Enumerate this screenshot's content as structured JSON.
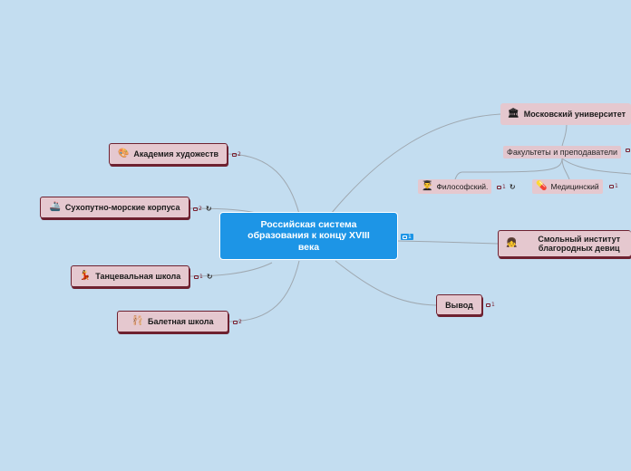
{
  "central": {
    "title": "Российская система образования к концу XVIII века",
    "badge": "1"
  },
  "left_nodes": [
    {
      "label": "Академия художеств",
      "badge": "2"
    },
    {
      "label": "Сухопутно-морские корпуса",
      "badge": "2"
    },
    {
      "label": "Танцевальная школа",
      "badge": "1"
    },
    {
      "label": "Балетная школа",
      "badge": "2"
    }
  ],
  "right_nodes": {
    "university": {
      "label": "Московский университет"
    },
    "faculties": {
      "label": "Факультеты и преподаватели"
    },
    "philosophy": {
      "label": "Философский.",
      "badge": "1"
    },
    "medical": {
      "label": "Медицинский",
      "badge": "1"
    },
    "smolny": {
      "label": "Смольный институт благородных девиц"
    },
    "conclusion": {
      "label": "Вывод",
      "badge": "1"
    }
  },
  "colors": {
    "background": "#c3ddf0",
    "central": "#1d95e6",
    "node_fill": "#e5c8cf",
    "node_border": "#6e2130"
  },
  "icons": [
    "palette-icon",
    "ship-icon",
    "dancer-icon",
    "ballet-shoes-icon",
    "university-icon",
    "student-icon",
    "pills-icon",
    "girl-icon",
    "link-icon",
    "note-icon"
  ]
}
